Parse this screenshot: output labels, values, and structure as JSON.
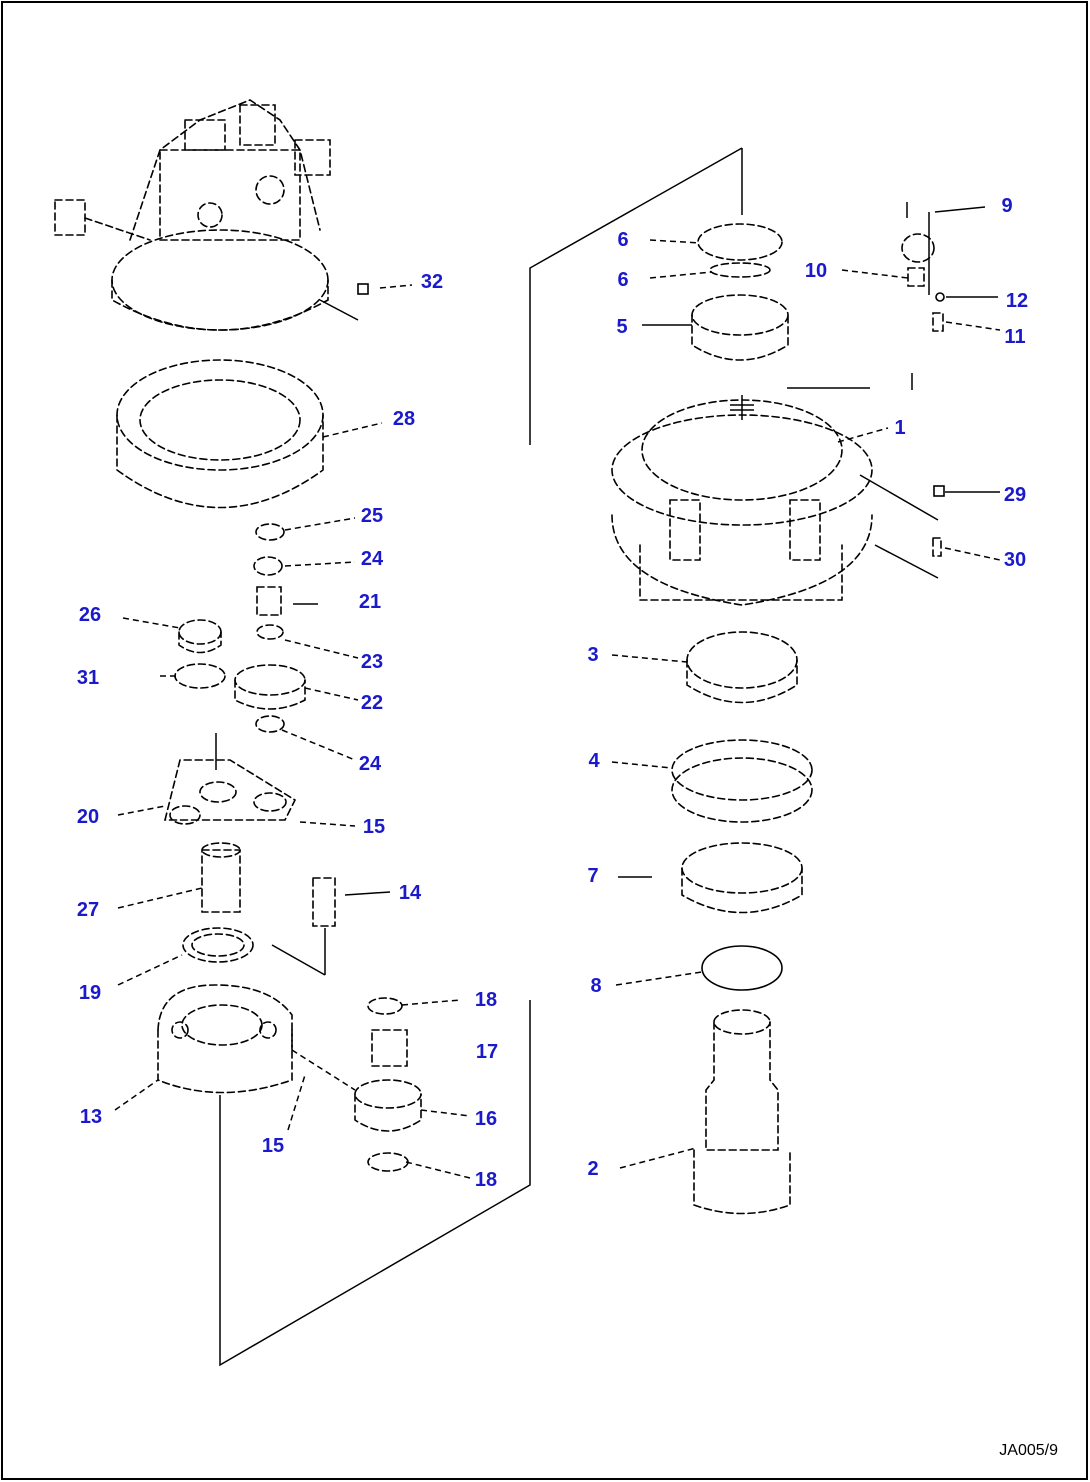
{
  "drawing_number": "JA005/9",
  "callouts": [
    "6",
    "6",
    "10",
    "9",
    "12",
    "11",
    "5",
    "32",
    "28",
    "1",
    "29",
    "30",
    "25",
    "24",
    "21",
    "26",
    "23",
    "31",
    "22",
    "3",
    "24",
    "4",
    "20",
    "15",
    "14",
    "27",
    "7",
    "19",
    "8",
    "18",
    "17",
    "16",
    "13",
    "15",
    "18",
    "2"
  ]
}
